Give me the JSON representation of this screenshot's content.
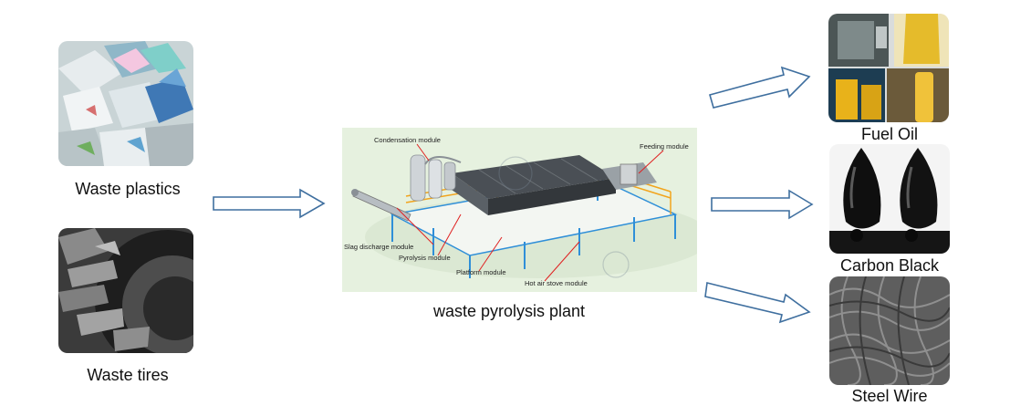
{
  "inputs": [
    {
      "label": "Waste plastics",
      "icon": "waste-plastics-photo"
    },
    {
      "label": "Waste tires",
      "icon": "waste-tires-photo"
    }
  ],
  "plant": {
    "label": "waste pyrolysis plant",
    "modules": {
      "condensation": "Condensation module",
      "feeding": "Feeding module",
      "slag": "Slag discharge module",
      "pyrolysis": "Pyrolysis module",
      "platform": "Platform module",
      "hotair": "Hot air stove module"
    }
  },
  "outputs": [
    {
      "label": "Fuel Oil",
      "icon": "fuel-oil-photo"
    },
    {
      "label": "Carbon Black",
      "icon": "carbon-black-photo"
    },
    {
      "label": "Steel Wire",
      "icon": "steel-wire-photo"
    }
  ],
  "colors": {
    "arrow_stroke": "#3f6f9f",
    "arrow_fill": "#ffffff",
    "frame_blue": "#2f8fd8",
    "callout_red": "#e02020",
    "plant_bg": "#e6f1df"
  }
}
